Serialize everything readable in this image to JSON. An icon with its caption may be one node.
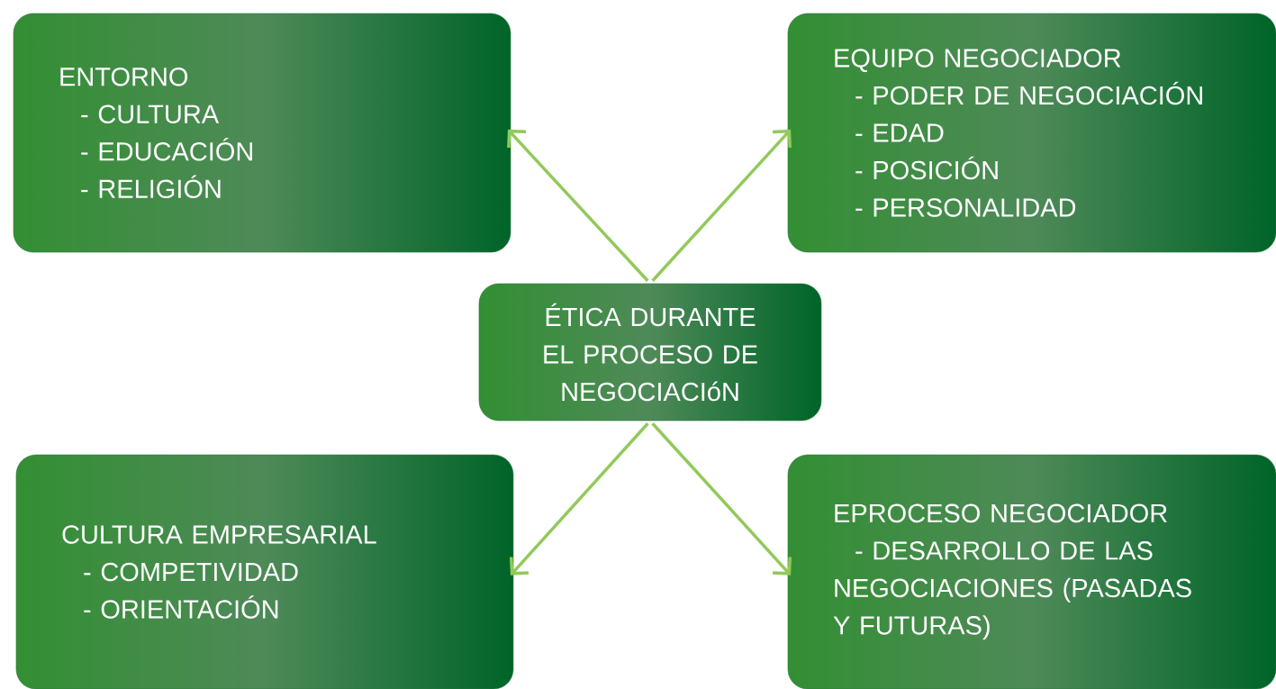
{
  "diagram": {
    "nodes": [
      {
        "text": [
          "ENTORNO",
          "- CULTURA",
          "- EDUCACIÓN",
          "- RELIGIÓN"
        ]
      },
      {
        "text": [
          "EQUIPO NEGOCIADOR",
          "- PODER DE NEGOCIACIÓN",
          "- EDAD",
          "- POSICIÓN",
          "- PERSONALIDAD"
        ]
      },
      {
        "text": [
          "ÉTICA DURANTE EL PROCESO DE NEGOCIACIóN"
        ]
      },
      {
        "text": [
          "CULTURA EMPRESARIAL",
          "- COMPETIVIDAD",
          "- ORIENTACIÓN"
        ]
      },
      {
        "text": [
          "EPROCESO NEGOCIADOR",
          "- DESARROLLO DE LAS NEGOCIACIONES (PASADAS Y FUTURAS)"
        ]
      }
    ],
    "edges": [
      {
        "from": 2,
        "to": 0,
        "arrow": "to"
      },
      {
        "from": 2,
        "to": 1,
        "arrow": "to"
      },
      {
        "from": 2,
        "to": 3,
        "arrow": "to"
      },
      {
        "from": 2,
        "to": 4,
        "arrow": "to"
      }
    ]
  }
}
